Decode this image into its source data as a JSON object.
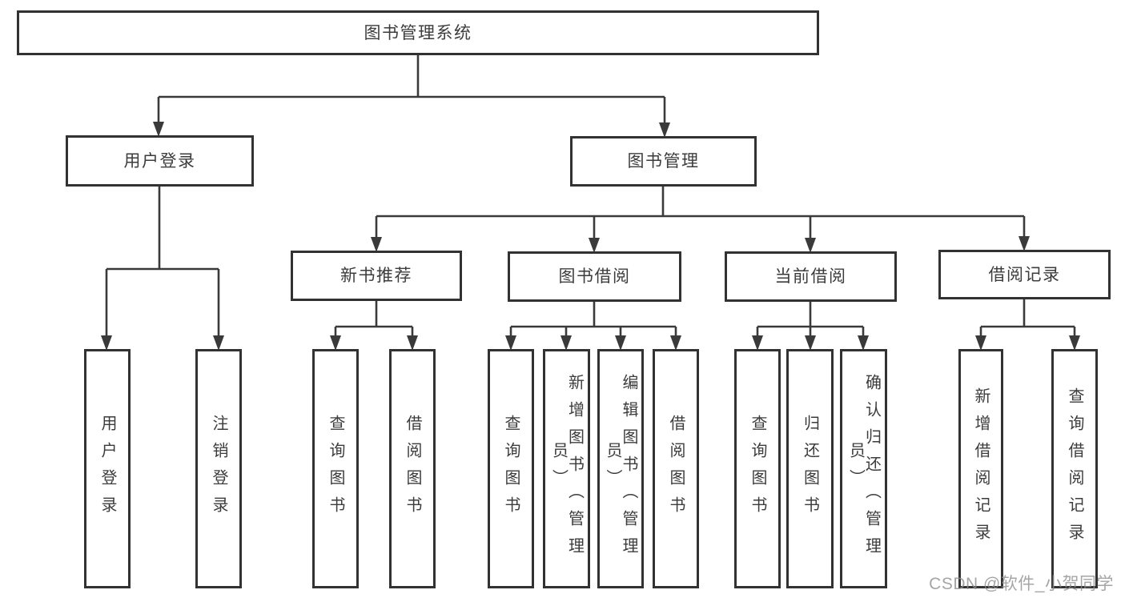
{
  "diagram": {
    "root": "图书管理系统",
    "l2": [
      "用户登录",
      "图书管理"
    ],
    "l3": [
      "新书推荐",
      "图书借阅",
      "当前借阅",
      "借阅记录"
    ],
    "leaves": [
      "用户登录",
      "注销登录",
      "查询图书",
      "借阅图书",
      "查询图书",
      "新增图书（管理员）",
      "编辑图书（管理员）",
      "借阅图书",
      "查询图书",
      "归还图书",
      "确认归还（管理员）",
      "新增借阅记录",
      "查询借阅记录"
    ]
  },
  "watermark": "CSDN @软件_小贺同学",
  "colors": {
    "line": "#3a3a3a",
    "box_border": "#323232",
    "text": "#3c3c3c",
    "background": "#ffffff",
    "watermark": "#8c8c8c"
  }
}
